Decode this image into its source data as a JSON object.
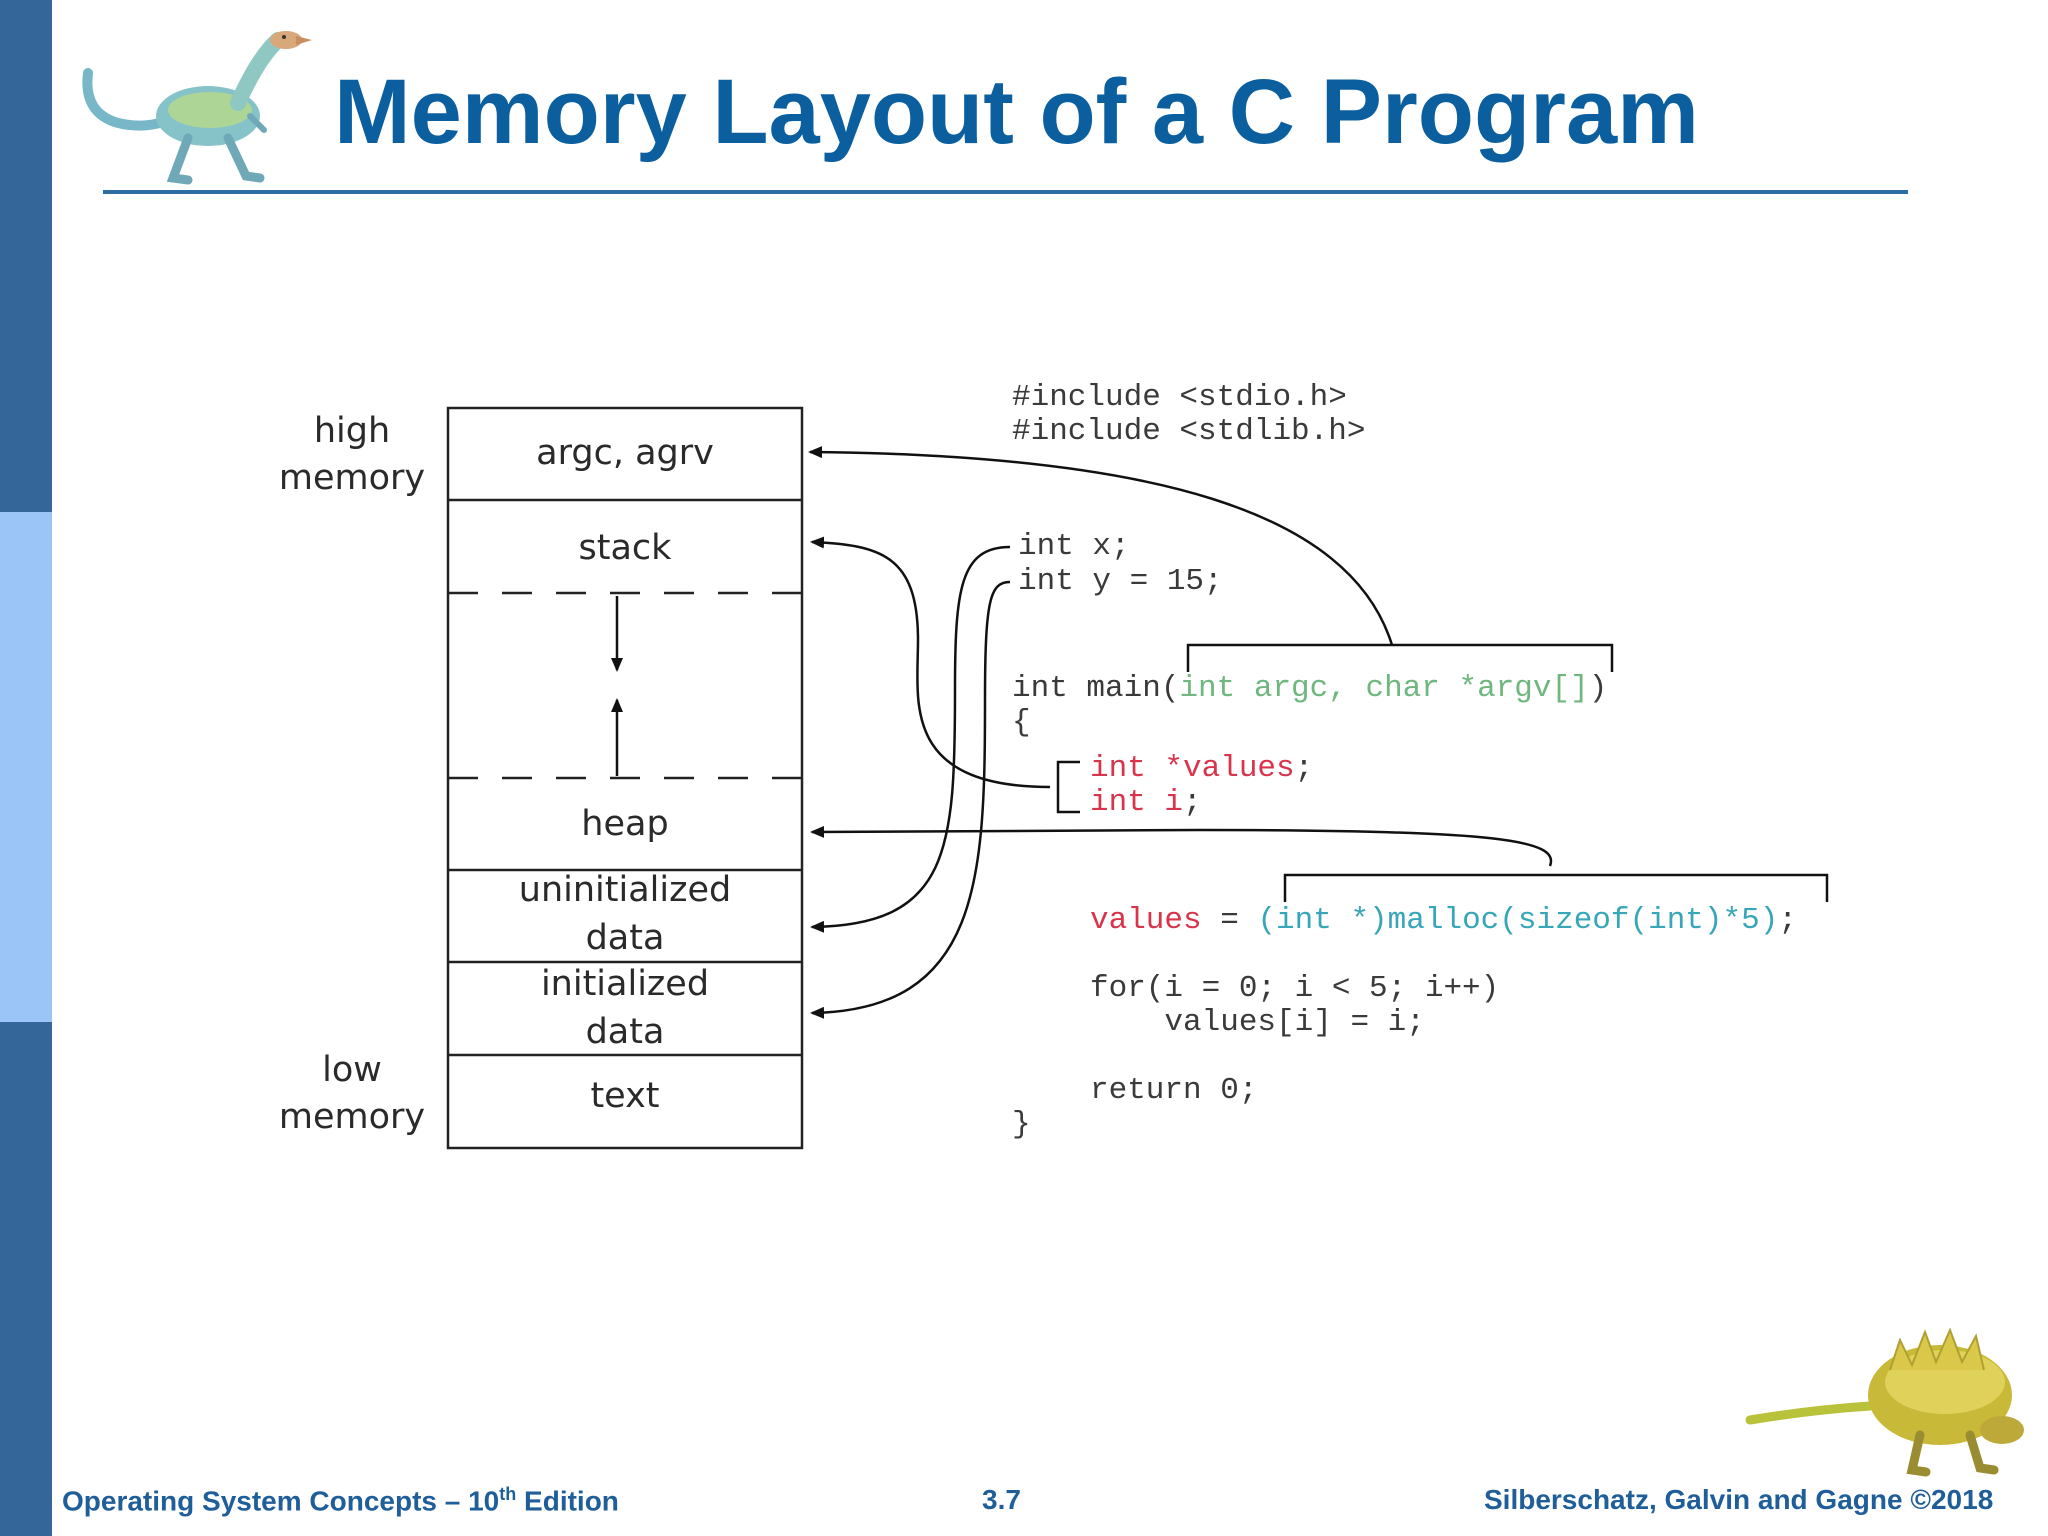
{
  "slide": {
    "title": "Memory Layout of a C Program"
  },
  "memory": {
    "high_label": [
      "high",
      "memory"
    ],
    "low_label": [
      "low",
      "memory"
    ],
    "segments": {
      "argv": "argc, agrv",
      "stack": "stack",
      "heap": "heap",
      "uninit": [
        "uninitialized",
        "data"
      ],
      "init": [
        "initialized",
        "data"
      ],
      "text": "text"
    }
  },
  "code": {
    "include1": "#include <stdio.h>",
    "include2": "#include <stdlib.h>",
    "global_x": "int x;",
    "global_y": "int y = 15;",
    "main_sig": "int main(",
    "main_params": "int argc, char *argv[]",
    "main_close": ")",
    "brace_open": "{",
    "local_values": "int *values",
    "local_values_semi": ";",
    "local_i": "int i",
    "local_i_semi": ";",
    "assign_lhs": "values",
    "assign_eq": " = ",
    "assign_rhs": "(int *)malloc(sizeof(int)*5)",
    "assign_semi": ";",
    "for_line": "for(i = 0; i < 5; i++)",
    "for_body": "    values[i] = i;",
    "return_line": "return 0;",
    "brace_close": "}"
  },
  "colors": {
    "title": "#0b5f9e",
    "sidebar_dark": "#34669a",
    "sidebar_light": "#9bc4f7",
    "param_green": "#6fb77e",
    "local_red": "#d8344c",
    "malloc_teal": "#37a6b8",
    "footer": "#1f5e99"
  },
  "footer": {
    "book": "Operating System Concepts – 10",
    "book_sup": "th",
    "book_tail": " Edition",
    "page": "3.7",
    "authors": "Silberschatz, Galvin and Gagne ©2018"
  },
  "icons": {
    "logo_top": "dinosaur-logo-icon",
    "logo_bottom": "dinosaur-mascot-icon"
  }
}
